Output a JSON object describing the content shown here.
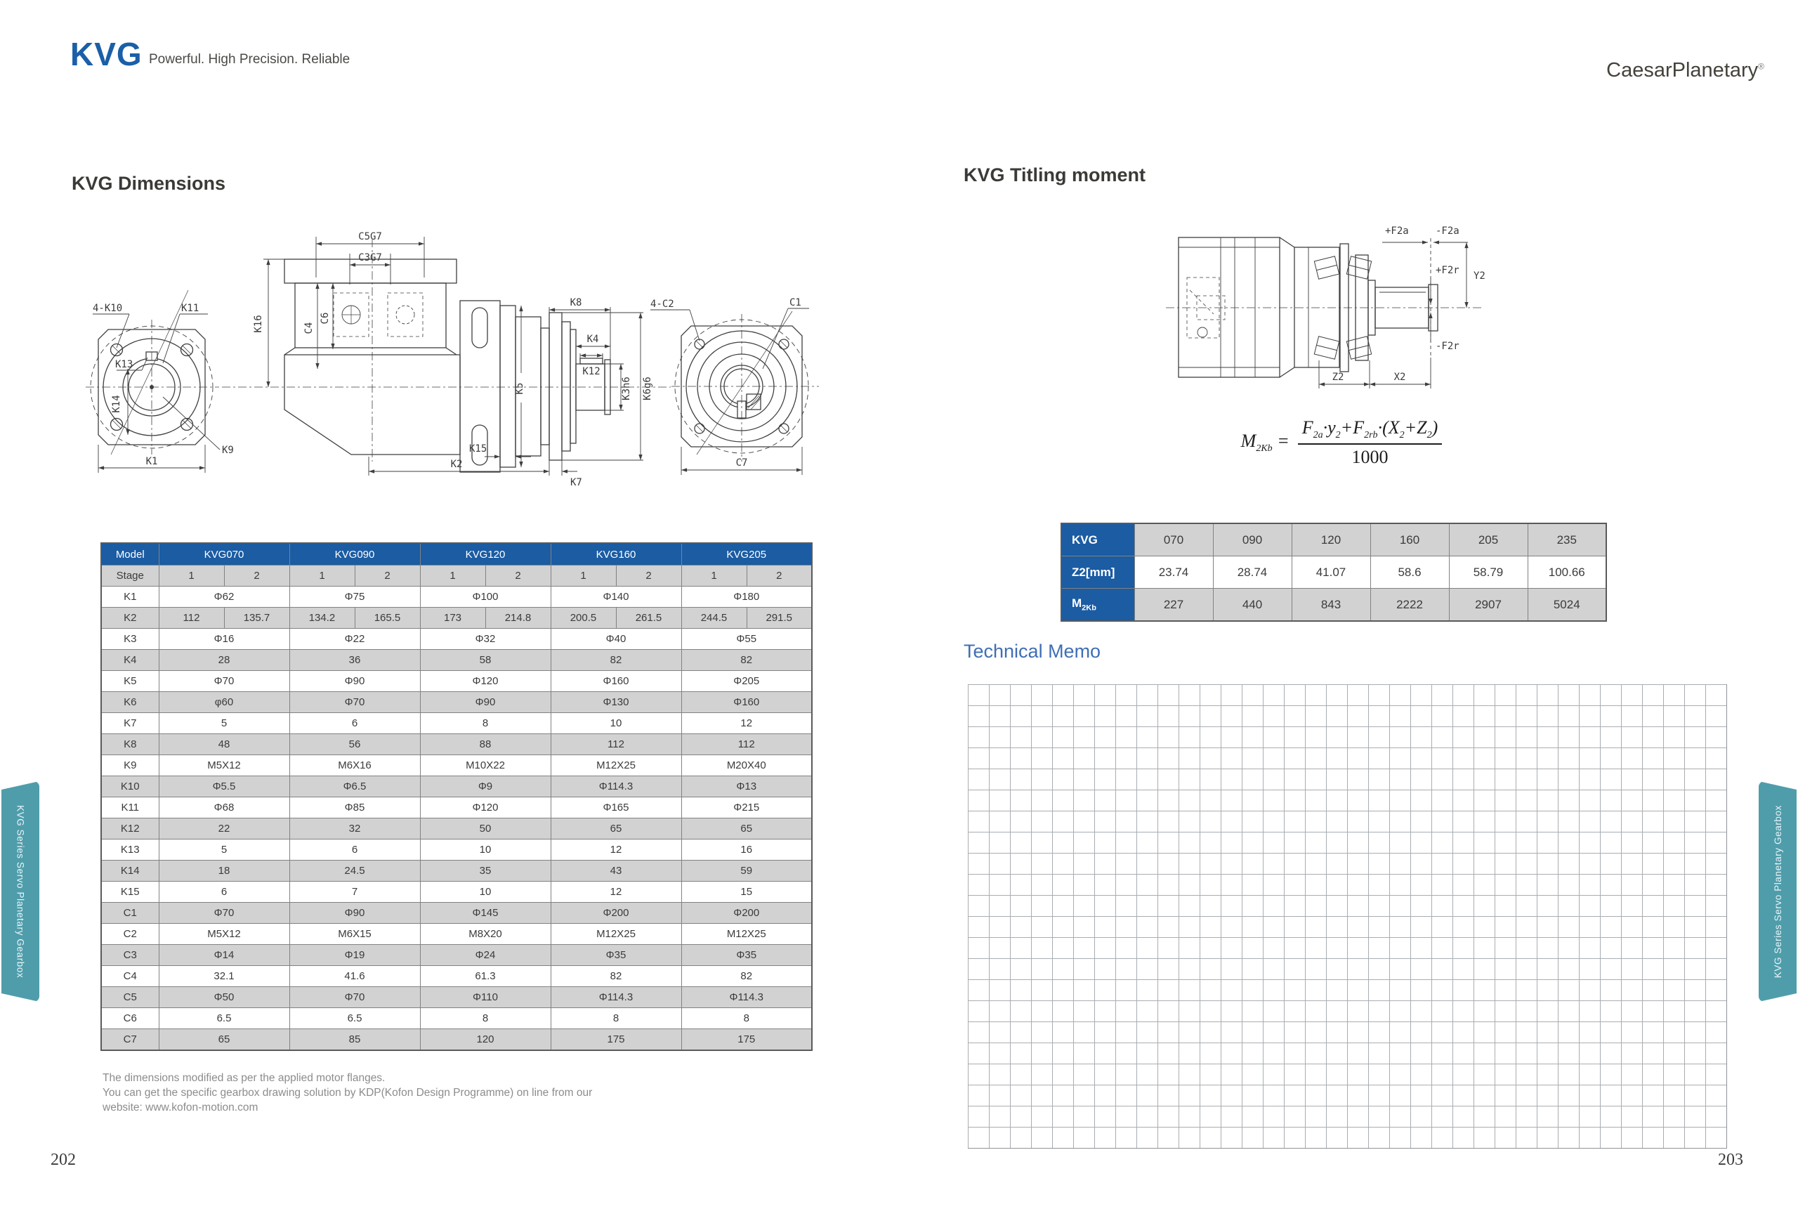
{
  "header": {
    "logo": "KVG",
    "tagline": "Powerful. High Precision. Reliable",
    "brand": "CaesarPlanetary",
    "brand_reg": "®"
  },
  "left_page": {
    "title": "KVG Dimensions",
    "notes": [
      "The dimensions modified as per the applied motor flanges.",
      "You can get the specific gearbox drawing solution by KDP(Kofon Design Programme) on line from our",
      "website: www.kofon-motion.com"
    ],
    "page_number": "202",
    "tab": "KVG Series Servo Planetary Gearbox"
  },
  "right_page": {
    "title": "KVG Titling moment",
    "memo_title": "Technical Memo",
    "page_number": "203",
    "tab": "KVG Series Servo Planetary Gearbox"
  },
  "dims_table": {
    "model_header": "Model",
    "models": [
      "KVG070",
      "KVG090",
      "KVG120",
      "KVG160",
      "KVG205"
    ],
    "stage_label": "Stage",
    "stage_values": [
      "1",
      "2",
      "1",
      "2",
      "1",
      "2",
      "1",
      "2",
      "1",
      "2"
    ],
    "rows": [
      {
        "label": "K1",
        "span": true,
        "values": [
          "Φ62",
          "Φ75",
          "Φ100",
          "Φ140",
          "Φ180"
        ]
      },
      {
        "label": "K2",
        "span": false,
        "values": [
          "112",
          "135.7",
          "134.2",
          "165.5",
          "173",
          "214.8",
          "200.5",
          "261.5",
          "244.5",
          "291.5"
        ]
      },
      {
        "label": "K3",
        "span": true,
        "values": [
          "Φ16",
          "Φ22",
          "Φ32",
          "Φ40",
          "Φ55"
        ]
      },
      {
        "label": "K4",
        "span": true,
        "values": [
          "28",
          "36",
          "58",
          "82",
          "82"
        ]
      },
      {
        "label": "K5",
        "span": true,
        "values": [
          "Φ70",
          "Φ90",
          "Φ120",
          "Φ160",
          "Φ205"
        ]
      },
      {
        "label": "K6",
        "span": true,
        "values": [
          "φ60",
          "Φ70",
          "Φ90",
          "Φ130",
          "Φ160"
        ]
      },
      {
        "label": "K7",
        "span": true,
        "values": [
          "5",
          "6",
          "8",
          "10",
          "12"
        ]
      },
      {
        "label": "K8",
        "span": true,
        "values": [
          "48",
          "56",
          "88",
          "112",
          "112"
        ]
      },
      {
        "label": "K9",
        "span": true,
        "values": [
          "M5X12",
          "M6X16",
          "M10X22",
          "M12X25",
          "M20X40"
        ]
      },
      {
        "label": "K10",
        "span": true,
        "values": [
          "Φ5.5",
          "Φ6.5",
          "Φ9",
          "Φ114.3",
          "Φ13"
        ]
      },
      {
        "label": "K11",
        "span": true,
        "values": [
          "Φ68",
          "Φ85",
          "Φ120",
          "Φ165",
          "Φ215"
        ]
      },
      {
        "label": "K12",
        "span": true,
        "values": [
          "22",
          "32",
          "50",
          "65",
          "65"
        ]
      },
      {
        "label": "K13",
        "span": true,
        "values": [
          "5",
          "6",
          "10",
          "12",
          "16"
        ]
      },
      {
        "label": "K14",
        "span": true,
        "values": [
          "18",
          "24.5",
          "35",
          "43",
          "59"
        ]
      },
      {
        "label": "K15",
        "span": true,
        "values": [
          "6",
          "7",
          "10",
          "12",
          "15"
        ]
      },
      {
        "label": "C1",
        "span": true,
        "values": [
          "Φ70",
          "Φ90",
          "Φ145",
          "Φ200",
          "Φ200"
        ]
      },
      {
        "label": "C2",
        "span": true,
        "values": [
          "M5X12",
          "M6X15",
          "M8X20",
          "M12X25",
          "M12X25"
        ]
      },
      {
        "label": "C3",
        "span": true,
        "values": [
          "Φ14",
          "Φ19",
          "Φ24",
          "Φ35",
          "Φ35"
        ]
      },
      {
        "label": "C4",
        "span": true,
        "values": [
          "32.1",
          "41.6",
          "61.3",
          "82",
          "82"
        ]
      },
      {
        "label": "C5",
        "span": true,
        "values": [
          "Φ50",
          "Φ70",
          "Φ110",
          "Φ114.3",
          "Φ114.3"
        ]
      },
      {
        "label": "C6",
        "span": true,
        "values": [
          "6.5",
          "6.5",
          "8",
          "8",
          "8"
        ]
      },
      {
        "label": "C7",
        "span": true,
        "values": [
          "65",
          "85",
          "120",
          "175",
          "175"
        ]
      }
    ]
  },
  "tilt_table": {
    "rows": [
      {
        "label": "KVG",
        "sub": "",
        "shade": "gray",
        "values": [
          "070",
          "090",
          "120",
          "160",
          "205",
          "235"
        ]
      },
      {
        "label": "Z2[mm]",
        "sub": "",
        "shade": "white",
        "values": [
          "23.74",
          "28.74",
          "41.07",
          "58.6",
          "58.79",
          "100.66"
        ]
      },
      {
        "label": "M",
        "sub": "2Kb",
        "shade": "gray",
        "values": [
          "227",
          "440",
          "843",
          "2222",
          "2907",
          "5024"
        ]
      }
    ]
  },
  "formula": {
    "m": "M",
    "m_sub": "2Kb",
    "eq": "=",
    "f1": "F",
    "f1_sub": "2a",
    "dot1": "·",
    "y": "y",
    "y_sub": "2",
    "plus": "+",
    "f2": "F",
    "f2_sub": "2rb",
    "dot2": "·",
    "open": "(",
    "x": "X",
    "x_sub": "2",
    "plus2": "+",
    "z": "Z",
    "z_sub": "2",
    "close": ")",
    "den": "1000"
  },
  "left_drawing": {
    "labels": {
      "k10": "4-K10",
      "k11": "K11",
      "k13": "K13",
      "k14": "K14",
      "k9": "K9",
      "k1": "K1",
      "c5g7": "C5G7",
      "c3g7": "C3G7",
      "c4": "C4",
      "c6": "C6",
      "k16": "K16",
      "k5": "K5",
      "k2": "K2",
      "k15": "K15",
      "k7": "K7",
      "k8": "K8",
      "k4": "K4",
      "k12": "K12",
      "k3h6": "K3h6",
      "k6g6": "K6g6",
      "c2": "4-C2",
      "c1": "C1",
      "c7": "C7"
    }
  },
  "right_drawing": {
    "labels": {
      "f2a_p": "+F2a",
      "f2a_n": "-F2a",
      "f2r_p": "+F2r",
      "f2r_n": "-F2r",
      "y2": "Y2",
      "z2": "Z2",
      "x2": "X2"
    }
  },
  "colors": {
    "table_blue": "#1b5ca3",
    "row_gray": "#d2d2d2",
    "tab_teal": "#4f9dab",
    "memo_blue": "#3f6eb5",
    "logo_blue": "#1a5fa8"
  }
}
